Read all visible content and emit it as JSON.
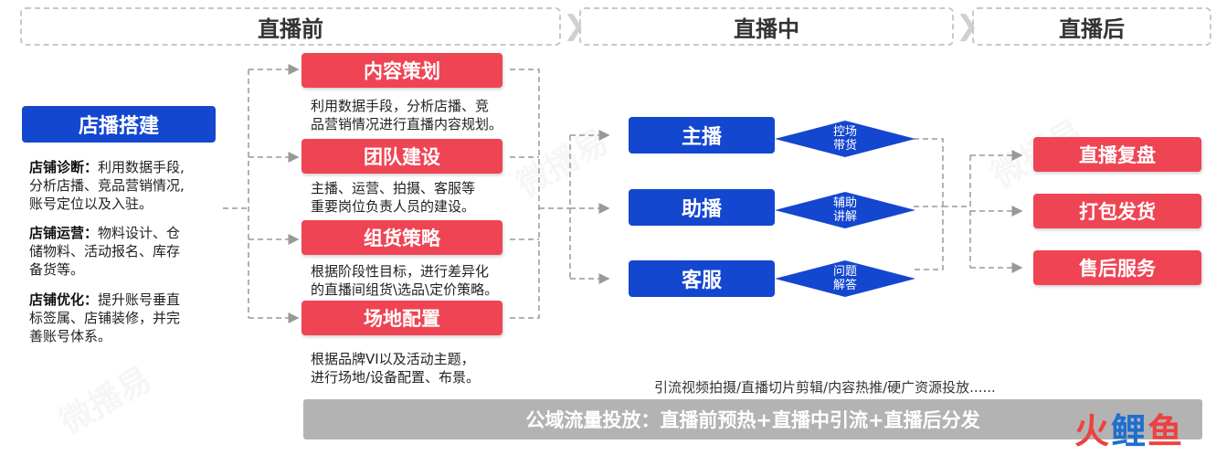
{
  "phases": {
    "before": "直播前",
    "during": "直播中",
    "after": "直播后"
  },
  "store_setup": {
    "title": "店播搭建",
    "items": [
      {
        "label": "店铺诊断",
        "sep": "：",
        "lines": [
          "利用数据手段,",
          "分析店播、竞品营销情况,",
          "账号定位以及入驻。"
        ]
      },
      {
        "label": "店铺运营",
        "sep": "：",
        "lines": [
          "物料设计、仓",
          "储物料、活动报名、库存",
          "备货等。"
        ]
      },
      {
        "label": "店铺优化",
        "sep": "：",
        "lines": [
          "提升账号垂直",
          "标签属、店铺装修，并完",
          "善账号体系。"
        ]
      }
    ]
  },
  "pre_steps": [
    {
      "title": "内容策划",
      "desc": [
        "利用数据手段，分析店播、竞",
        "品营销情况进行直播内容规划。"
      ]
    },
    {
      "title": "团队建设",
      "desc": [
        "主播、运营、拍摄、客服等",
        "重要岗位负责人员的建设。"
      ]
    },
    {
      "title": "组货策略",
      "desc": [
        "根据阶段性目标，进行差异化",
        "的直播间组货\\选品\\定价策略。"
      ]
    },
    {
      "title": "场地配置",
      "desc": [
        "根据品牌VI以及活动主题，",
        "进行场地/设备配置、布景。"
      ]
    }
  ],
  "roles": [
    {
      "title": "主播",
      "duty": [
        "控场",
        "带货"
      ]
    },
    {
      "title": "助播",
      "duty": [
        "辅助",
        "讲解"
      ]
    },
    {
      "title": "客服",
      "duty": [
        "问题",
        "解答"
      ]
    }
  ],
  "post_steps": [
    "直播复盘",
    "打包发货",
    "售后服务"
  ],
  "traffic_note": "引流视频拍摄/直播切片剪辑/内容热推/硬广资源投放......",
  "bottom_banner": "公域流量投放：直播前预热+直播中引流+直播后分发",
  "watermark": "微播易",
  "logo": {
    "c1": "火",
    "c2": "鲤",
    "c3": "鱼"
  },
  "colors": {
    "blue": "#1447cf",
    "red": "#ef4453",
    "gray": "#b3b3b3"
  }
}
